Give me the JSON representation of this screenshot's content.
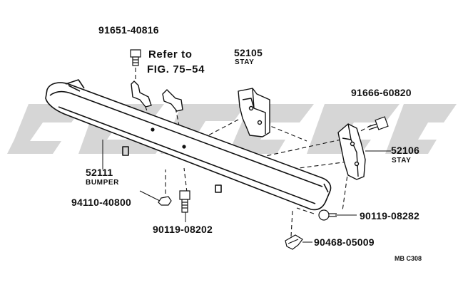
{
  "watermark": {
    "color": "#d6d6d6"
  },
  "parts": {
    "bolt_top": "91651-40816",
    "stay_left_num": "52105",
    "stay_left_name": "STAY",
    "bolt_right": "91666-60820",
    "stay_right_num": "52106",
    "stay_right_name": "STAY",
    "bumper_num": "52111",
    "bumper_name": "BUMPER",
    "nut": "94110-40800",
    "bolt_mid": "90119-08282",
    "bolt_bottom": "90119-08202",
    "clip": "90468-05009"
  },
  "reference": {
    "line1": "Refer to",
    "line2": "FIG. 75–54"
  },
  "drawing_code": "MB C308"
}
